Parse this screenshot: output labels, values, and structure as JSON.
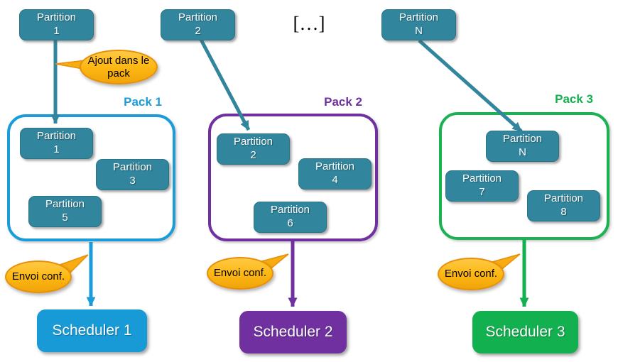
{
  "top_row": {
    "partitions": [
      {
        "line1": "Partition",
        "line2": "1"
      },
      {
        "line1": "Partition",
        "line2": "2"
      },
      {
        "line1": "Partition",
        "line2": "N"
      }
    ],
    "ellipsis": "[…]"
  },
  "callouts": {
    "ajout_pack": "Ajout dans le pack",
    "envoi_conf_1": "Envoi conf.",
    "envoi_conf_2": "Envoi conf.",
    "envoi_conf_3": "Envoi conf."
  },
  "packs": [
    {
      "title": "Pack 1",
      "accent_color": "#1b9cd8",
      "partitions": [
        {
          "line1": "Partition",
          "line2": "1"
        },
        {
          "line1": "Partition",
          "line2": "3"
        },
        {
          "line1": "Partition",
          "line2": "5"
        }
      ],
      "scheduler": {
        "label": "Scheduler 1",
        "color": "#189ad7"
      }
    },
    {
      "title": "Pack 2",
      "accent_color": "#7030a0",
      "partitions": [
        {
          "line1": "Partition",
          "line2": "2"
        },
        {
          "line1": "Partition",
          "line2": "4"
        },
        {
          "line1": "Partition",
          "line2": "6"
        }
      ],
      "scheduler": {
        "label": "Scheduler 2",
        "color": "#7030a0"
      }
    },
    {
      "title": "Pack 3",
      "accent_color": "#12b04e",
      "partitions": [
        {
          "line1": "Partition",
          "line2": "N"
        },
        {
          "line1": "Partition",
          "line2": "7"
        },
        {
          "line1": "Partition",
          "line2": "8"
        }
      ],
      "scheduler": {
        "label": "Scheduler 3",
        "color": "#12b04e"
      }
    }
  ],
  "colors": {
    "partition_fill": "#31859c",
    "teal_arrow": "#31859c",
    "callout_fill": "#fdb813",
    "callout_border": "#e78f08"
  }
}
